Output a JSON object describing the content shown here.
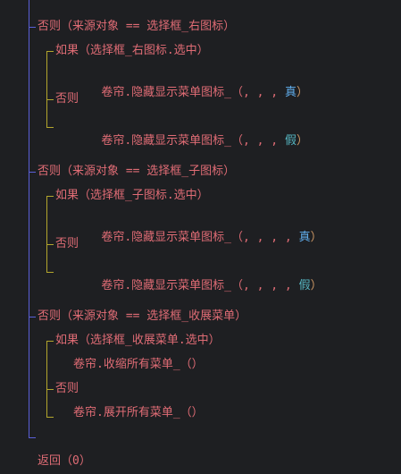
{
  "lines": {
    "l1": "否则（来源对象 == 选择框_右图标）",
    "l2": "如果（选择框_右图标.选中）",
    "l3a": "卷帘.隐藏显示菜单图标_（, , , ",
    "l3b": "真",
    "l3c": "）",
    "l4": "否则",
    "l5a": "卷帘.隐藏显示菜单图标_（, , , ",
    "l5b": "假",
    "l5c": "）",
    "l6": "否则（来源对象 == 选择框_子图标）",
    "l7": "如果（选择框_子图标.选中）",
    "l8a": "卷帘.隐藏显示菜单图标_（, , , , ",
    "l8b": "真",
    "l8c": "）",
    "l9": "否则",
    "l10a": "卷帘.隐藏显示菜单图标_（, , , , ",
    "l10b": "假",
    "l10c": "）",
    "l11": "否则（来源对象 == 选择框_收展菜单）",
    "l12": "如果（选择框_收展菜单.选中）",
    "l13": "卷帘.收缩所有菜单_（）",
    "l14": "否则",
    "l15": "卷帘.展开所有菜单_（）",
    "l16": "返回（0）"
  }
}
